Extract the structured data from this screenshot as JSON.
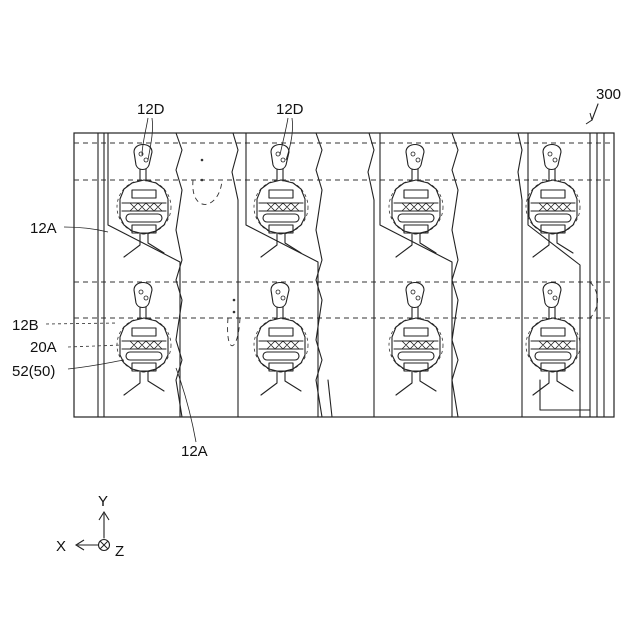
{
  "figure": {
    "ref_number": "300",
    "labels": {
      "l12d_left": "12D",
      "l12d_right": "12D",
      "l12a_top": "12A",
      "l12b": "12B",
      "l20a": "20A",
      "l52": "52(50)",
      "l12a_bottom": "12A"
    },
    "axes": {
      "y": "Y",
      "x": "X",
      "z": "Z"
    }
  }
}
